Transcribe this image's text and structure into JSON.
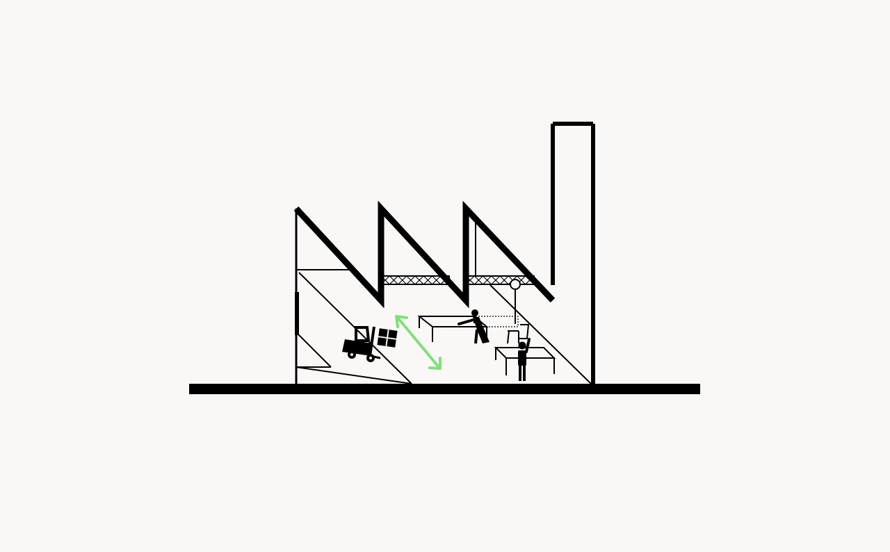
{
  "colors": {
    "background": "#faf7f7",
    "ink": "#000000",
    "accent_arrow": "#7fe07a"
  },
  "elements": {
    "chimney": "chimney",
    "sawtooth_roof": "sawtooth-roof",
    "forklift": "forklift-icon",
    "workers": [
      "worker-icon",
      "worker-icon"
    ],
    "tables": [
      "table",
      "table"
    ],
    "chair": "chair-icon",
    "lamp": "pendant-lamp-icon",
    "double_arrow": "double-arrow-icon"
  }
}
